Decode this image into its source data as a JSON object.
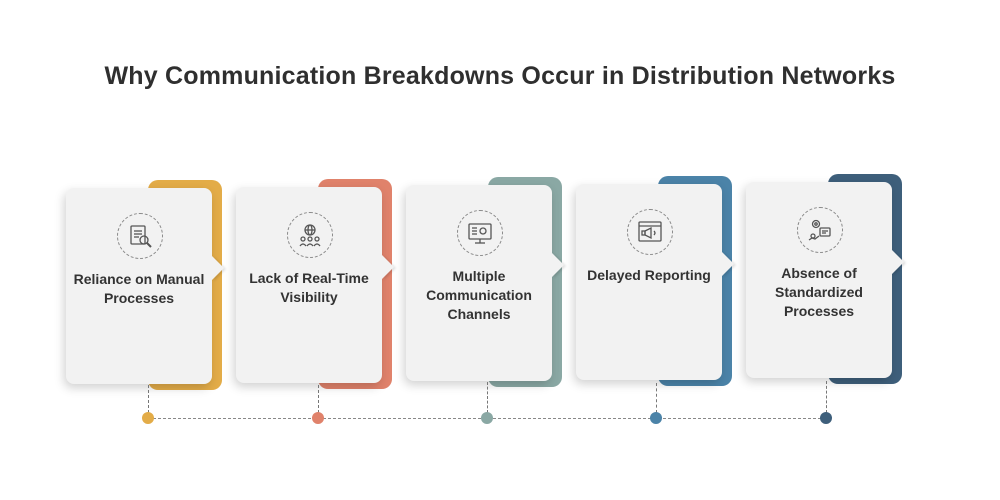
{
  "title": "Why Communication Breakdowns Occur in Distribution Networks",
  "steps": [
    {
      "label": "Reliance on Manual Processes",
      "color": "#e3ac48",
      "icon": "document-search-icon"
    },
    {
      "label": "Lack of Real-Time Visibility",
      "color": "#e0826b",
      "icon": "globe-people-icon"
    },
    {
      "label": "Multiple Communication Channels",
      "color": "#8aa8a4",
      "icon": "presentation-screen-icon"
    },
    {
      "label": "Delayed Reporting",
      "color": "#4b83a8",
      "icon": "megaphone-browser-icon"
    },
    {
      "label": "Absence of Standardized Processes",
      "color": "#3e5f7b",
      "icon": "process-gears-icon"
    }
  ]
}
